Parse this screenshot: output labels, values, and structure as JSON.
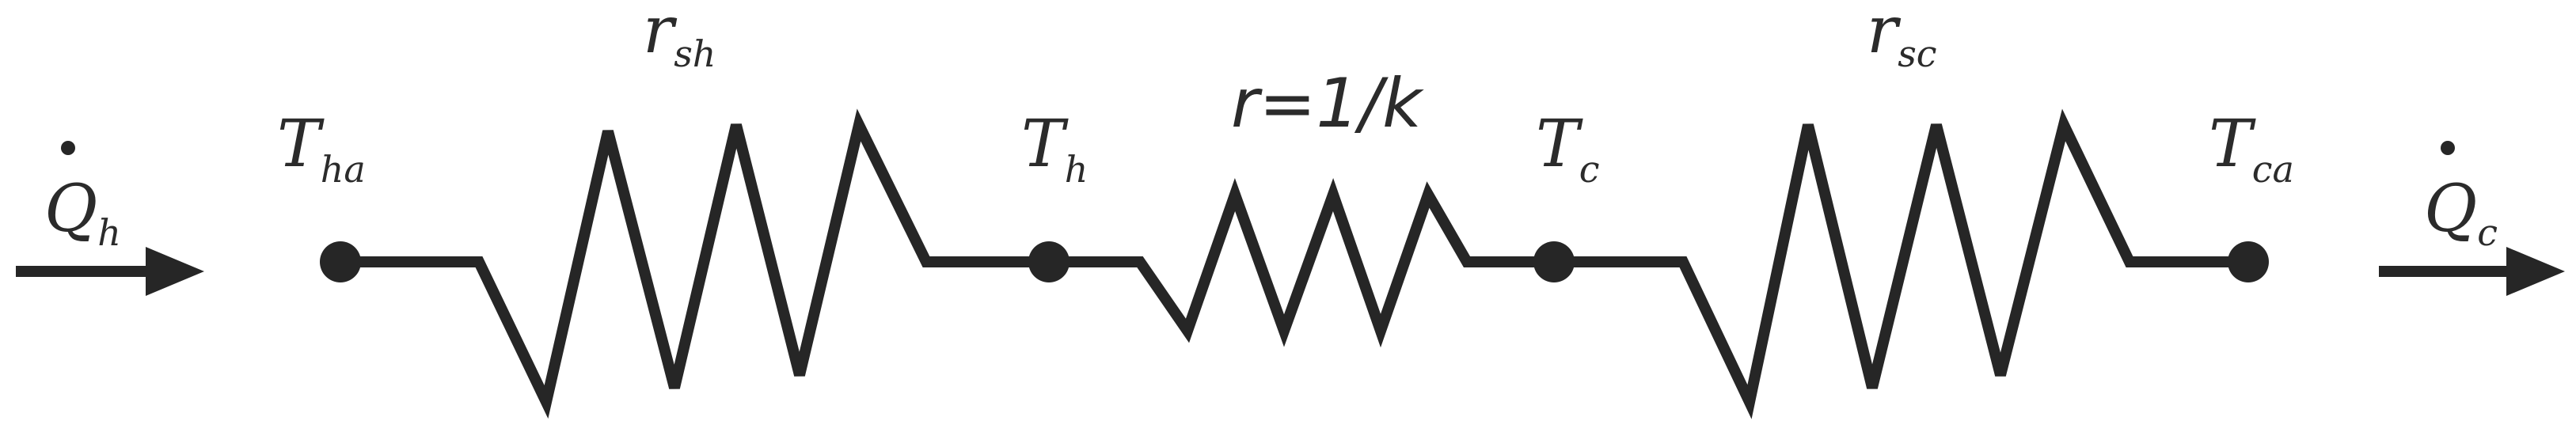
{
  "nodes": [
    {
      "id": "ha",
      "label": "T",
      "sub": "ha"
    },
    {
      "id": "h",
      "label": "T",
      "sub": "h"
    },
    {
      "id": "c",
      "label": "T",
      "sub": "c"
    },
    {
      "id": "ca",
      "label": "T",
      "sub": "ca"
    }
  ],
  "resistors": [
    {
      "id": "sh",
      "label": "r",
      "sub": "sh"
    },
    {
      "id": "mid",
      "label": "r=1/k"
    },
    {
      "id": "sc",
      "label": "r",
      "sub": "sc"
    }
  ],
  "flows": [
    {
      "id": "in",
      "label": "Q",
      "sub": "h"
    },
    {
      "id": "out",
      "label": "Q",
      "sub": "c"
    }
  ],
  "colors": {
    "line": "#262626",
    "text": "#2b2b2b"
  }
}
